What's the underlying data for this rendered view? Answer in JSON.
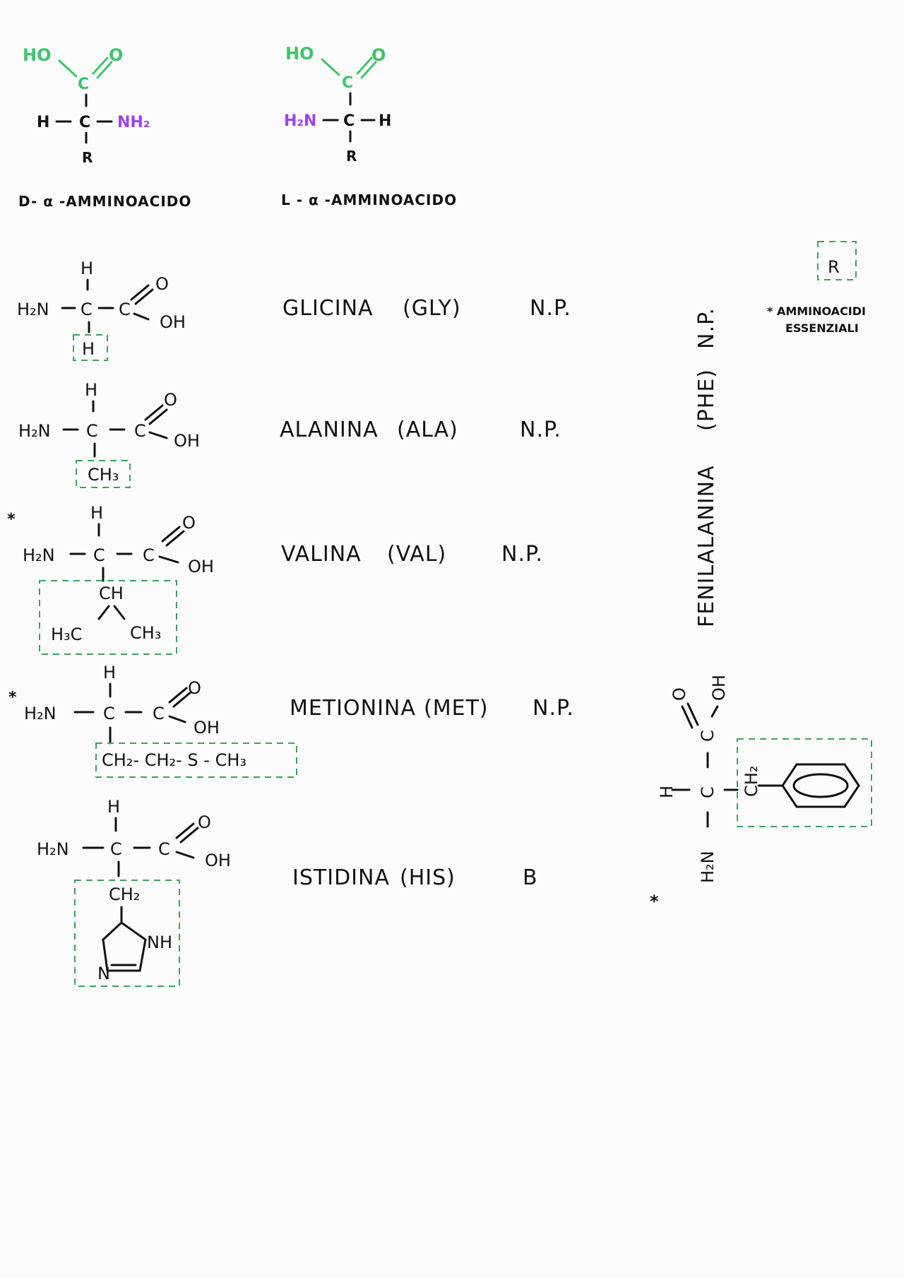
{
  "header": {
    "d_label": "D- α -AMMINOACIDO",
    "l_label": "L - α -AMMINOACIDO"
  },
  "generic": {
    "ho": "HO",
    "o": "O",
    "c": "C",
    "h": "H",
    "nh2": "NH₂",
    "h2n": "H₂N",
    "r": "R"
  },
  "legend": {
    "r_box": "R",
    "essential_line1": "* AMMINOACIDI",
    "essential_line2": "ESSENZIALI"
  },
  "amino_acids": [
    {
      "name": "GLICINA",
      "abbr": "(GLY)",
      "class": "N.P.",
      "side_chain": "H",
      "essential": ""
    },
    {
      "name": "ALANINA",
      "abbr": "(ALA)",
      "class": "N.P.",
      "side_chain": "CH₃",
      "essential": ""
    },
    {
      "name": "VALINA",
      "abbr": "(VAL)",
      "class": "N.P.",
      "side_chain_top": "CH",
      "side_chain_left": "H₃C",
      "side_chain_right": "CH₃",
      "essential": "*"
    },
    {
      "name": "METIONINA",
      "abbr": "(MET)",
      "class": "N.P.",
      "side_chain": "CH₂- CH₂- S - CH₃",
      "essential": "*"
    },
    {
      "name": "ISTIDINA",
      "abbr": "(HIS)",
      "class": "B",
      "side_chain": "CH₂",
      "ring_nh": "NH",
      "ring_n": "N",
      "essential": ""
    }
  ],
  "phe": {
    "name": "FENILALANINA",
    "abbr": "(PHE)",
    "class": "N.P.",
    "essential": "*",
    "side_chain": "CH₂",
    "oh": "OH",
    "o": "O",
    "c": "C",
    "h": "H",
    "h2n": "H₂N"
  },
  "backbone": {
    "h2n": "H₂N",
    "c": "C",
    "h": "H",
    "o": "O",
    "oh": "OH"
  }
}
